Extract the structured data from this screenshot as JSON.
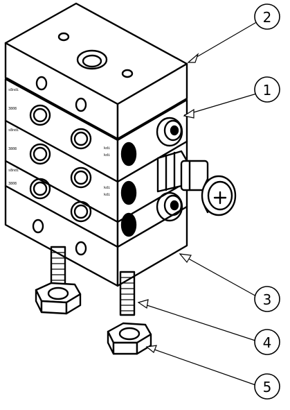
{
  "callouts": [
    {
      "id": "2",
      "label": "2"
    },
    {
      "id": "1",
      "label": "1"
    },
    {
      "id": "3",
      "label": "3"
    },
    {
      "id": "4",
      "label": "4"
    },
    {
      "id": "5",
      "label": "5"
    }
  ]
}
